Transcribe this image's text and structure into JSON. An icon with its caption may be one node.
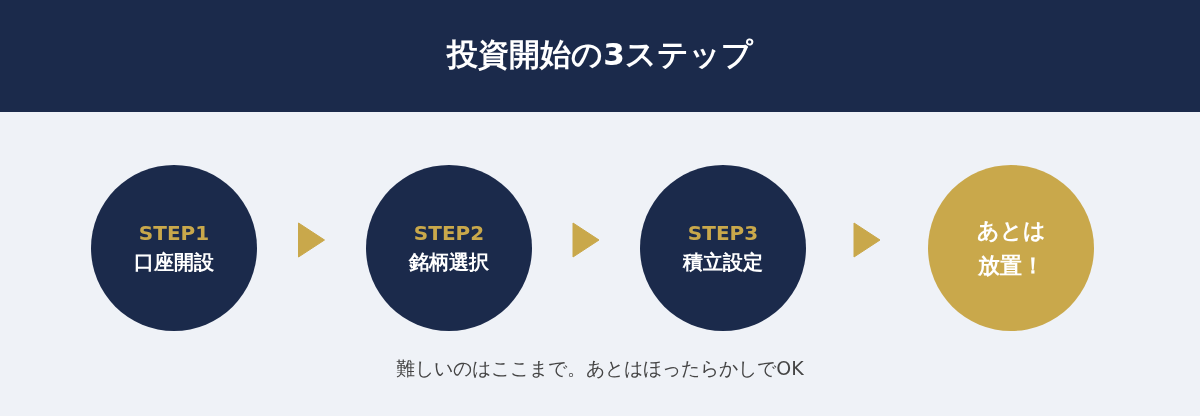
{
  "diagram": {
    "title": "投資開始の3ステップ",
    "nodes": [
      {
        "text": [
          "STEP1",
          "口座開設"
        ]
      },
      {
        "text": [
          "STEP2",
          "銘柄選択"
        ]
      },
      {
        "text": [
          "STEP3",
          "積立設定"
        ]
      },
      {
        "text": [
          "あとは放置！"
        ]
      }
    ],
    "edges": [
      {
        "from": 0,
        "to": 1,
        "arrow": "to"
      },
      {
        "from": 1,
        "to": 2,
        "arrow": "to"
      },
      {
        "from": 2,
        "to": 3,
        "arrow": "to"
      }
    ],
    "caption": "難しいのはここまで。あとはほったらかしでOK"
  }
}
